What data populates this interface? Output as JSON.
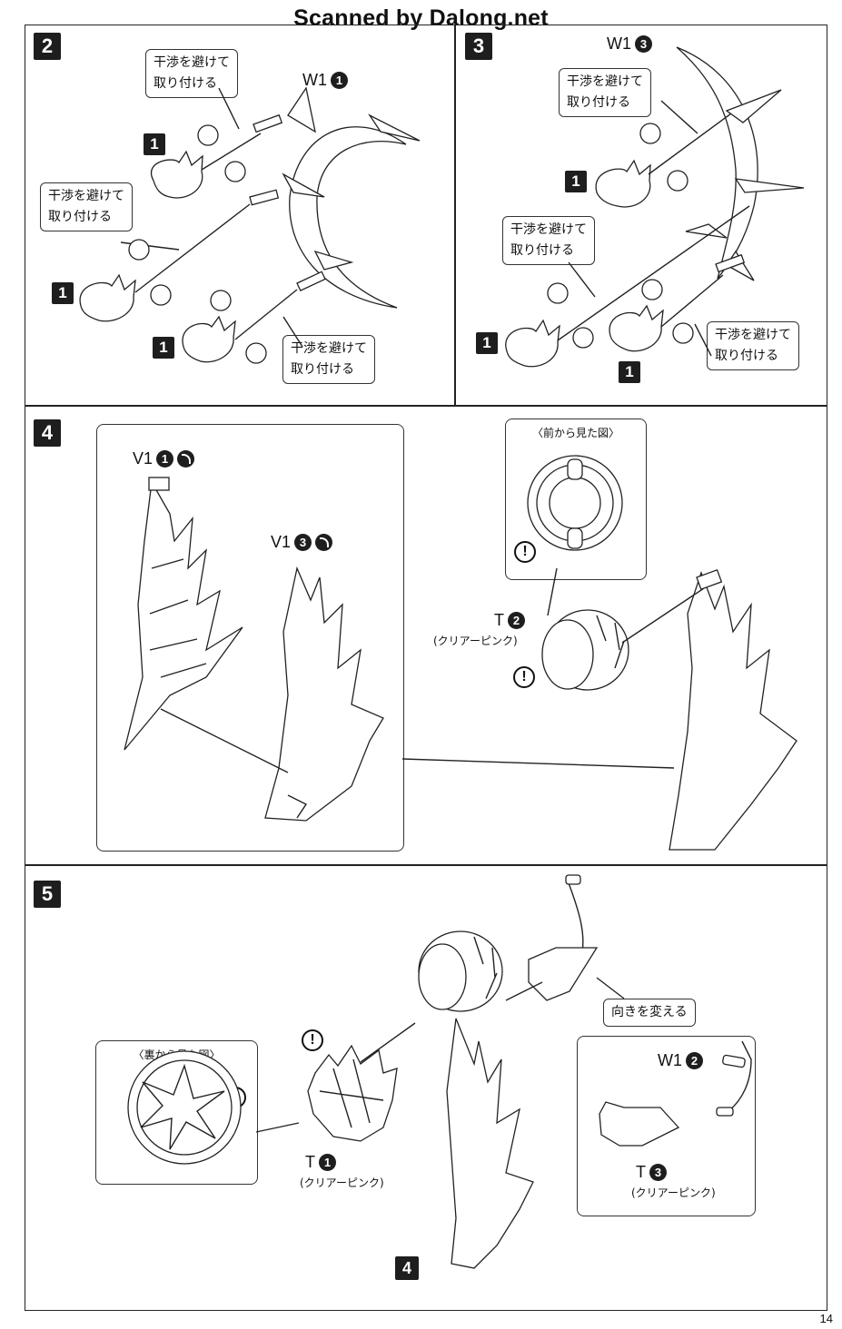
{
  "watermark": "Scanned by Dalong.net",
  "page_number": "14",
  "callout_text": "干渉を避けて\n取り付ける",
  "step2": {
    "number": "2",
    "part_code": "W1",
    "part_num": "1",
    "flame_qty_1": "1",
    "flame_qty_2": "1",
    "flame_qty_3": "1"
  },
  "step3": {
    "number": "3",
    "part_code": "W1",
    "part_num": "3",
    "flame_qty_1": "1",
    "flame_qty_2": "1",
    "flame_qty_3": "1"
  },
  "step4": {
    "number": "4",
    "part_a_code": "V1",
    "part_a_num": "1",
    "part_b_code": "V1",
    "part_b_num": "3",
    "inset_title": "〈前から見た図〉",
    "tip_code": "T",
    "tip_num": "2",
    "tip_color": "(クリアーピンク)"
  },
  "step5": {
    "number": "5",
    "back_view_title": "〈裏から見た図〉",
    "t1_code": "T",
    "t1_num": "1",
    "t1_color": "(クリアーピンク)",
    "reverse_label": "向きを変える",
    "w1_code": "W1",
    "w1_num": "2",
    "t3_code": "T",
    "t3_num": "3",
    "t3_color": "(クリアーピンク)",
    "ref_step": "4"
  },
  "warning_mark": "!"
}
